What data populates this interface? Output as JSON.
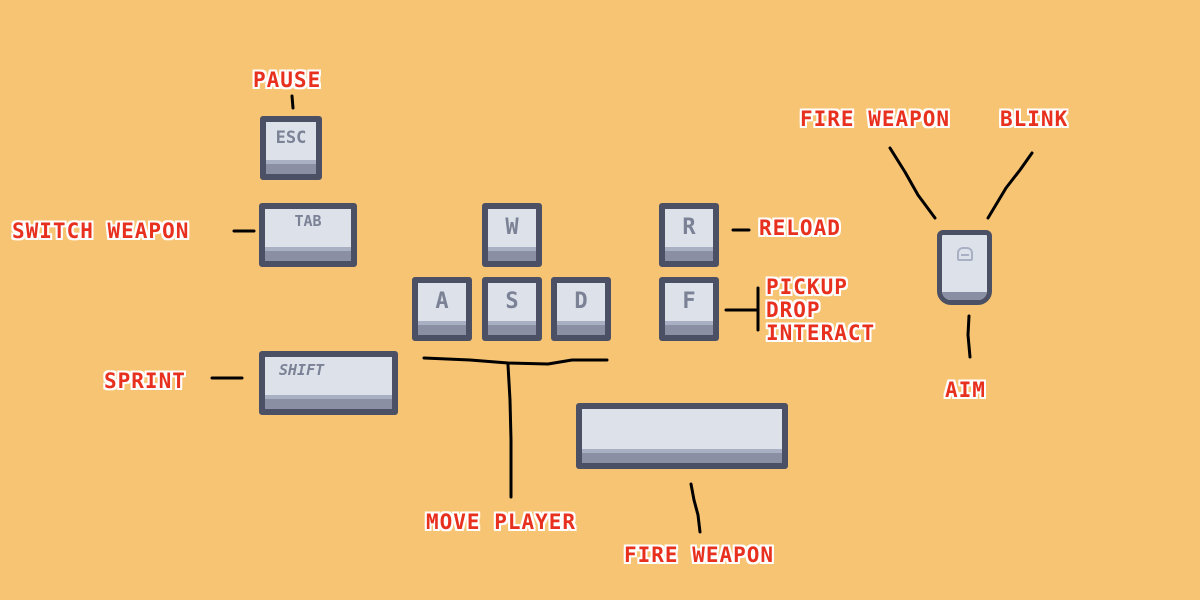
{
  "colors": {
    "background": "#f7c474",
    "label_text": "#e8301f",
    "label_outline": "#ffffff",
    "key_outline": "#4b5065",
    "key_face": "#dde1ea",
    "key_shadow": "#8a8fa3",
    "key_glyph": "#7c8296",
    "connector": "#000000"
  },
  "keys": {
    "esc": "ESC",
    "tab": "TAB",
    "w": "W",
    "a": "A",
    "s": "S",
    "d": "D",
    "r": "R",
    "f": "F",
    "shift": "SHIFT",
    "space": ""
  },
  "labels": {
    "pause": "PAUSE",
    "switch_weapon": "SWITCH WEAPON",
    "sprint": "SPRINT",
    "move_player": "MOVE PLAYER",
    "fire_weapon_key": "FIRE WEAPON",
    "reload": "RELOAD",
    "pickup": "PICKUP",
    "drop": "DROP",
    "interact": "INTERACT",
    "fire_weapon_mouse": "FIRE WEAPON",
    "blink": "BLINK",
    "aim": "AIM"
  },
  "icons": {
    "mouse": "mouse-icon",
    "scroll_wheel": "scroll-wheel-icon"
  }
}
